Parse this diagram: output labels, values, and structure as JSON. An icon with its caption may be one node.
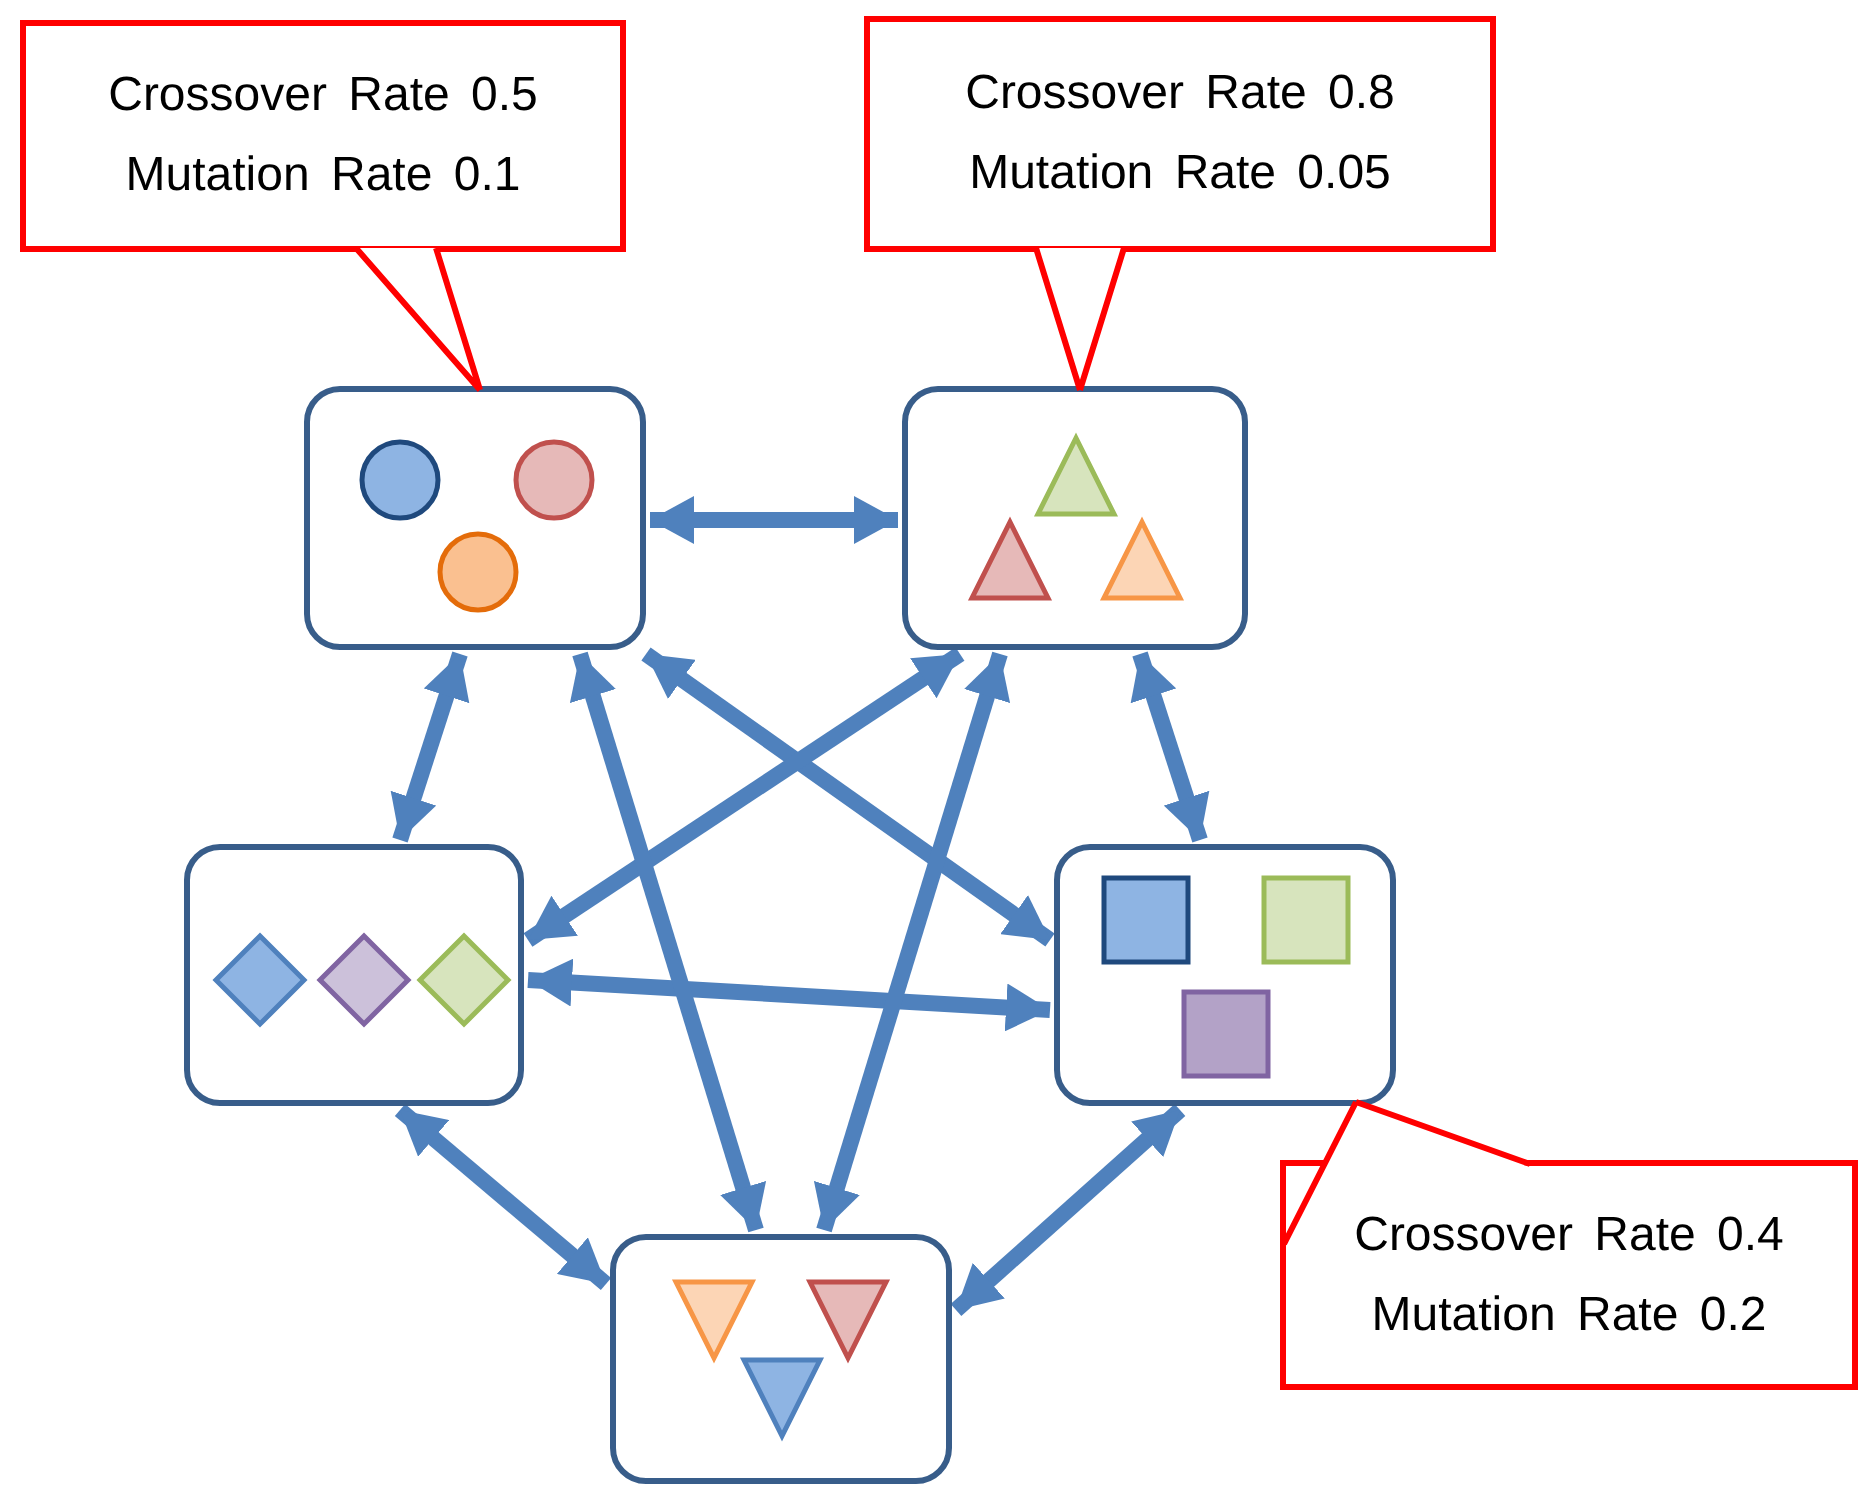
{
  "diagram": {
    "nodes": [
      {
        "text": [
          "Crossover Rate 0.5",
          "Mutation Rate 0.1"
        ]
      },
      {
        "text": [
          "Crossover Rate 0.8",
          "Mutation Rate 0.05"
        ]
      },
      {
        "text": [],
        "shape": "box"
      },
      {
        "text": [],
        "shape": "box"
      },
      {
        "text": [],
        "shape": "box"
      },
      {
        "text": [],
        "shape": "box"
      },
      {
        "text": [
          "Crossover Rate 0.4",
          "Mutation Rate 0.2"
        ]
      },
      {
        "text": [],
        "shape": "box"
      }
    ],
    "edges": [
      {
        "from": 0,
        "to": 2,
        "arrow": "none",
        "color": "#ff0000"
      },
      {
        "from": 1,
        "to": 3,
        "arrow": "none",
        "color": "#ff0000"
      },
      {
        "from": 6,
        "to": 5,
        "arrow": "none",
        "color": "#ff0000"
      },
      {
        "from": 2,
        "to": 3,
        "arrow": "both"
      },
      {
        "from": 2,
        "to": 4,
        "arrow": "both"
      },
      {
        "from": 3,
        "to": 5,
        "arrow": "both"
      },
      {
        "from": 4,
        "to": 7,
        "arrow": "both"
      },
      {
        "from": 5,
        "to": 7,
        "arrow": "both"
      },
      {
        "from": 4,
        "to": 5,
        "arrow": "both"
      },
      {
        "from": 2,
        "to": 5,
        "arrow": "both"
      },
      {
        "from": 3,
        "to": 4,
        "arrow": "both"
      },
      {
        "from": 2,
        "to": 7,
        "arrow": "both"
      },
      {
        "from": 3,
        "to": 7,
        "arrow": "both"
      }
    ]
  }
}
